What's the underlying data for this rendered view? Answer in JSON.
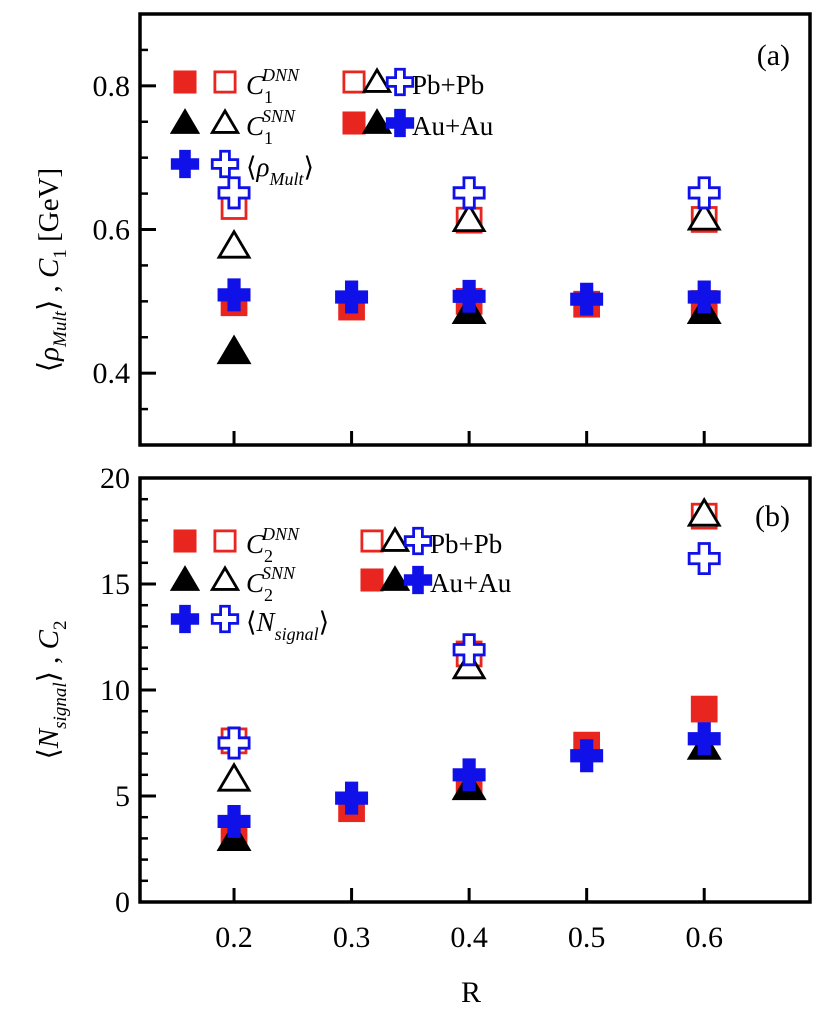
{
  "chart_data": [
    {
      "type": "scatter",
      "panel_label": "(a)",
      "ylabel": "⟨ρ_Mult⟩ , C1 [GeV]",
      "ylabel_parts": {
        "open": "⟨",
        "rho": "ρ",
        "sub": "Mult",
        "close": "⟩",
        "mid": " , ",
        "c": "C",
        "csub": "1",
        "unit": " [GeV]"
      },
      "xlim": [
        0.12,
        0.69
      ],
      "ylim": [
        0.3,
        0.9
      ],
      "xticks": [
        0.2,
        0.3,
        0.4,
        0.5,
        0.6
      ],
      "yticks": [
        0.4,
        0.6,
        0.8
      ],
      "ytick_labels": [
        "0.4",
        "0.6",
        "0.8"
      ],
      "y_minor_step": 0.05,
      "series": [
        {
          "name": "C1 DNN Pb+Pb",
          "marker": "square",
          "filled": false,
          "color": "#e8261f",
          "x": [
            0.2,
            0.4,
            0.6
          ],
          "y": [
            0.632,
            0.613,
            0.614
          ]
        },
        {
          "name": "C1 SNN Pb+Pb",
          "marker": "triangle",
          "filled": false,
          "color": "#000000",
          "x": [
            0.2,
            0.4,
            0.6
          ],
          "y": [
            0.577,
            0.614,
            0.616
          ]
        },
        {
          "name": "⟨ρ_Mult⟩ Pb+Pb",
          "marker": "cross",
          "filled": false,
          "color": "#1010e8",
          "x": [
            0.2,
            0.4,
            0.6
          ],
          "y": [
            0.651,
            0.651,
            0.651
          ]
        },
        {
          "name": "C1 DNN Au+Au",
          "marker": "square",
          "filled": true,
          "color": "#e8261f",
          "x": [
            0.2,
            0.3,
            0.4,
            0.5,
            0.6
          ],
          "y": [
            0.498,
            0.492,
            0.5,
            0.496,
            0.497
          ]
        },
        {
          "name": "C1 SNN Au+Au",
          "marker": "triangle",
          "filled": true,
          "color": "#000000",
          "x": [
            0.2,
            0.4,
            0.6
          ],
          "y": [
            0.43,
            0.486,
            0.486
          ]
        },
        {
          "name": "⟨ρ_Mult⟩ Au+Au",
          "marker": "cross",
          "filled": true,
          "color": "#1010e8",
          "x": [
            0.2,
            0.3,
            0.4,
            0.5,
            0.6
          ],
          "y": [
            0.509,
            0.506,
            0.507,
            0.503,
            0.506
          ]
        }
      ],
      "legend": {
        "rows": [
          {
            "base": "C",
            "sub": "1",
            "sup": "DNN",
            "marker": "square"
          },
          {
            "base": "C",
            "sub": "1",
            "sup": "SNN",
            "marker": "triangle"
          },
          {
            "open": "⟨",
            "base": "ρ",
            "sub": "Mult",
            "close": "⟩",
            "marker": "cross"
          }
        ],
        "systems": [
          {
            "label": "Pb+Pb",
            "filled": false
          },
          {
            "label": "Au+Au",
            "filled": true
          }
        ]
      }
    },
    {
      "type": "scatter",
      "panel_label": "(b)",
      "ylabel": "⟨N_signal⟩ , C2",
      "ylabel_parts": {
        "open": "⟨",
        "n": "N",
        "sub": "signal",
        "close": "⟩",
        "mid": " , ",
        "c": "C",
        "csub": "2"
      },
      "xlabel": "R",
      "xlim": [
        0.12,
        0.69
      ],
      "ylim": [
        0,
        20
      ],
      "xticks": [
        0.2,
        0.3,
        0.4,
        0.5,
        0.6
      ],
      "xtick_labels": [
        "0.2",
        "0.3",
        "0.4",
        "0.5",
        "0.6"
      ],
      "yticks": [
        0,
        5,
        10,
        15,
        20
      ],
      "ytick_labels": [
        "0",
        "5",
        "10",
        "15",
        "20"
      ],
      "y_minor_step": 1,
      "series": [
        {
          "name": "C2 DNN Pb+Pb",
          "marker": "square",
          "filled": false,
          "color": "#e8261f",
          "x": [
            0.2,
            0.4,
            0.6
          ],
          "y": [
            7.6,
            11.7,
            18.2
          ]
        },
        {
          "name": "C2 SNN Pb+Pb",
          "marker": "triangle",
          "filled": false,
          "color": "#000000",
          "x": [
            0.2,
            0.4,
            0.6
          ],
          "y": [
            5.8,
            11.1,
            18.3
          ]
        },
        {
          "name": "⟨N_signal⟩ Pb+Pb",
          "marker": "cross",
          "filled": false,
          "color": "#1010e8",
          "x": [
            0.2,
            0.4,
            0.6
          ],
          "y": [
            7.5,
            11.9,
            16.2
          ]
        },
        {
          "name": "C2 DNN Au+Au",
          "marker": "square",
          "filled": true,
          "color": "#e8261f",
          "x": [
            0.2,
            0.3,
            0.4,
            0.5,
            0.6
          ],
          "y": [
            3.3,
            4.4,
            5.5,
            7.4,
            9.1
          ]
        },
        {
          "name": "C2 SNN Au+Au",
          "marker": "triangle",
          "filled": true,
          "color": "#000000",
          "x": [
            0.2,
            0.4,
            0.6
          ],
          "y": [
            3.0,
            5.4,
            7.3
          ]
        },
        {
          "name": "⟨N_signal⟩ Au+Au",
          "marker": "cross",
          "filled": true,
          "color": "#1010e8",
          "x": [
            0.2,
            0.3,
            0.4,
            0.5,
            0.6
          ],
          "y": [
            3.8,
            4.9,
            6.0,
            6.9,
            7.7
          ]
        }
      ],
      "legend": {
        "rows": [
          {
            "base": "C",
            "sub": "2",
            "sup": "DNN",
            "marker": "square"
          },
          {
            "base": "C",
            "sub": "2",
            "sup": "SNN",
            "marker": "triangle"
          },
          {
            "open": "⟨",
            "base": "N",
            "sub": "signal",
            "close": "⟩",
            "marker": "cross"
          }
        ],
        "systems": [
          {
            "label": "Pb+Pb",
            "filled": false
          },
          {
            "label": "Au+Au",
            "filled": true
          }
        ]
      }
    }
  ]
}
